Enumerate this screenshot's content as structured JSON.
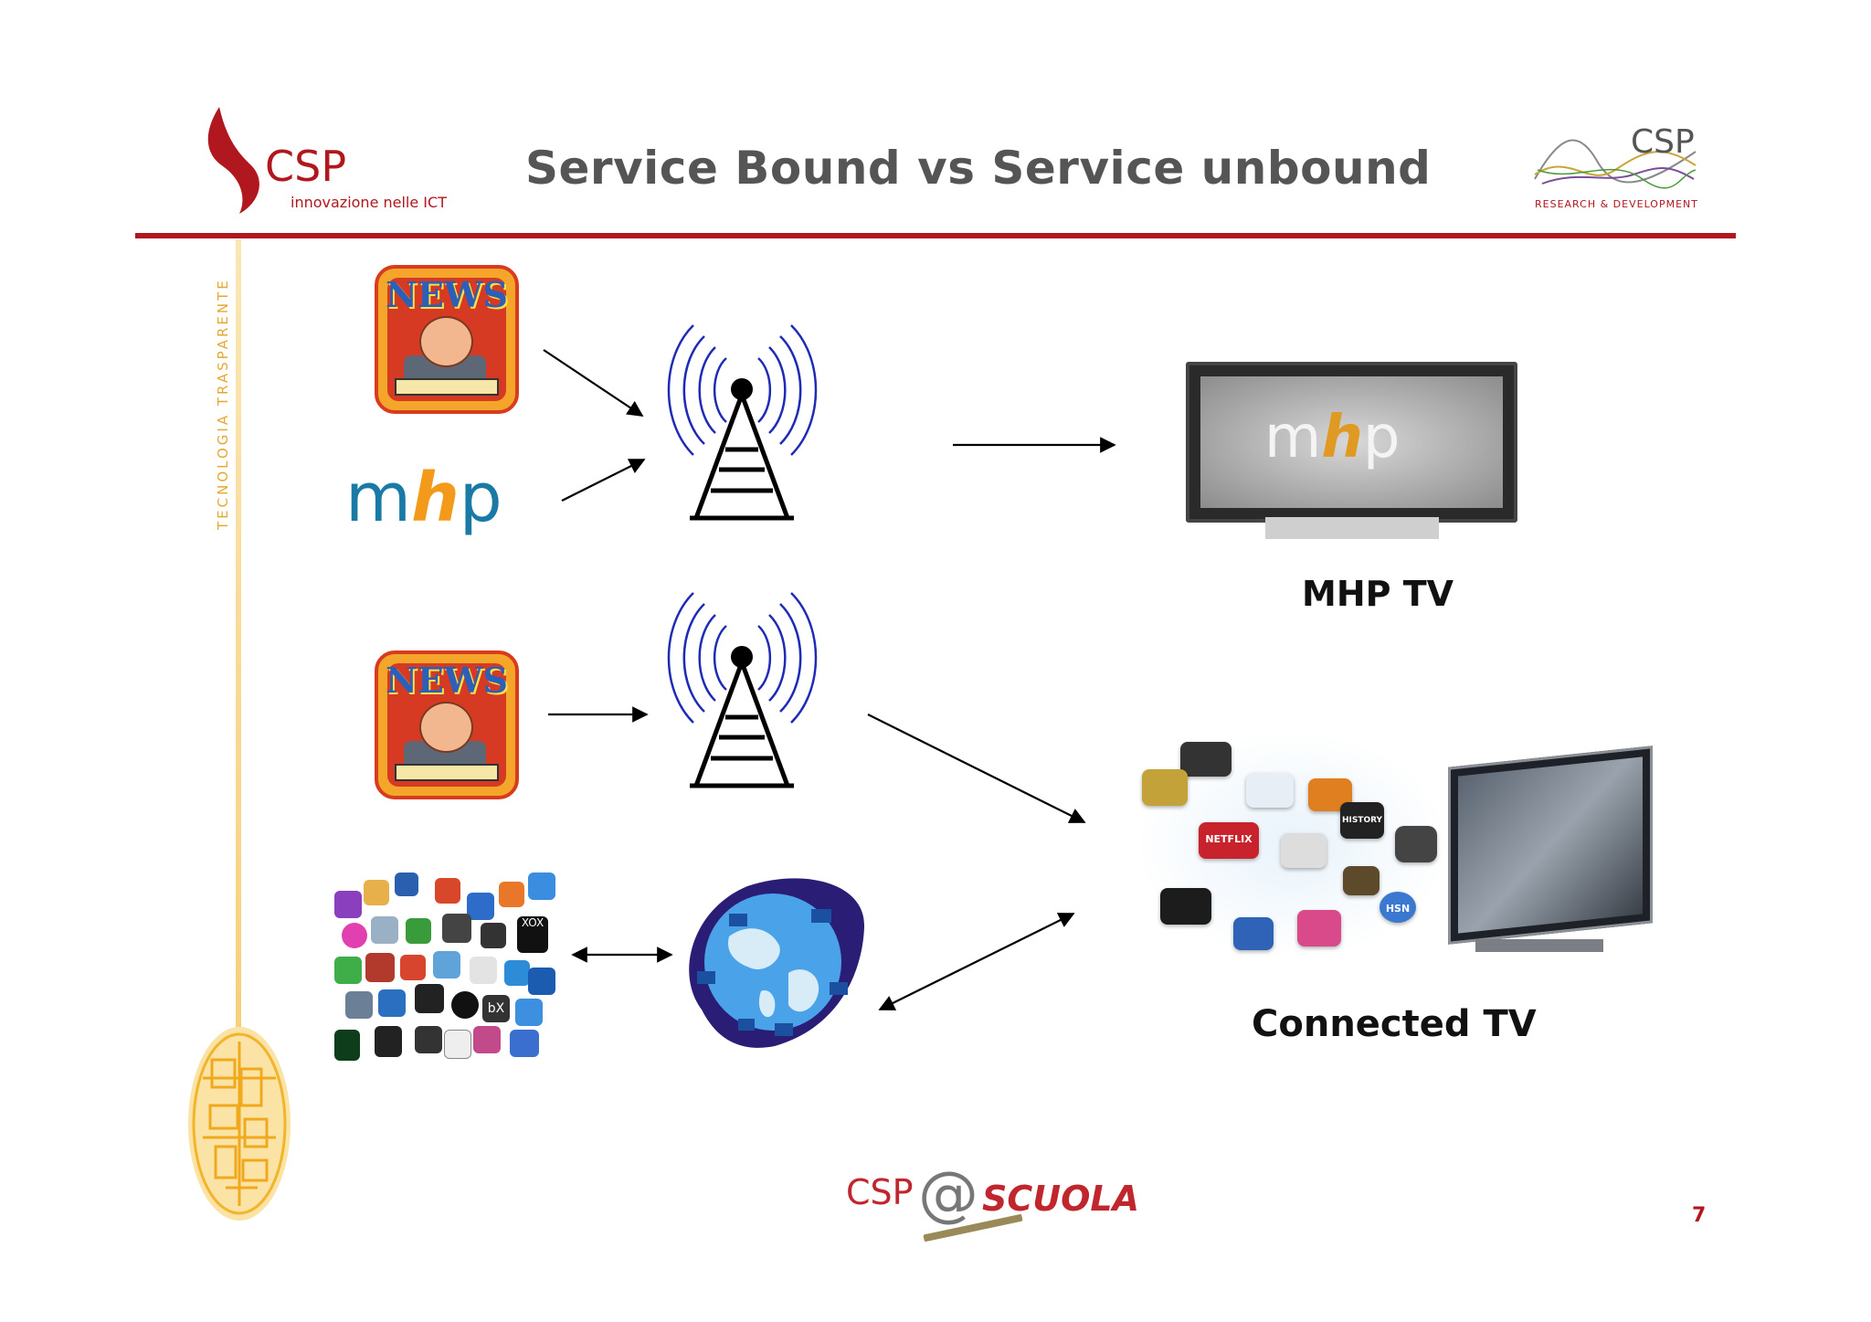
{
  "slide": {
    "title": "Service Bound vs Service unbound",
    "page_number": "7"
  },
  "header": {
    "left_logo_text": "CSP",
    "left_logo_subtitle": "innovazione nelle ICT",
    "right_logo_text": "CSP",
    "right_logo_subtitle": "RESEARCH & DEVELOPMENT"
  },
  "sidebar": {
    "vertical_text": "TECNOLOGIA TRASPARENTE"
  },
  "diagram": {
    "news_label": "NEWS",
    "mhp_logo_m": "m",
    "mhp_logo_h": "h",
    "mhp_logo_p": "p",
    "mhp_tv_label": "MHP TV",
    "connected_tv_label": "Connected TV",
    "app_cloud_labels": [
      "NETFLIX",
      "HSN",
      "HISTORY",
      "bX",
      "XOX"
    ]
  },
  "footer": {
    "logo_csp": "CSP",
    "logo_at": "@",
    "logo_scuola": "SCUOLA"
  },
  "colors": {
    "brand_red": "#b0171f",
    "accent_yellow": "#f3b32c",
    "antenna_blue": "#1f2bb5",
    "mhp_blue": "#1a7aa6",
    "mhp_orange": "#f39a1a"
  }
}
